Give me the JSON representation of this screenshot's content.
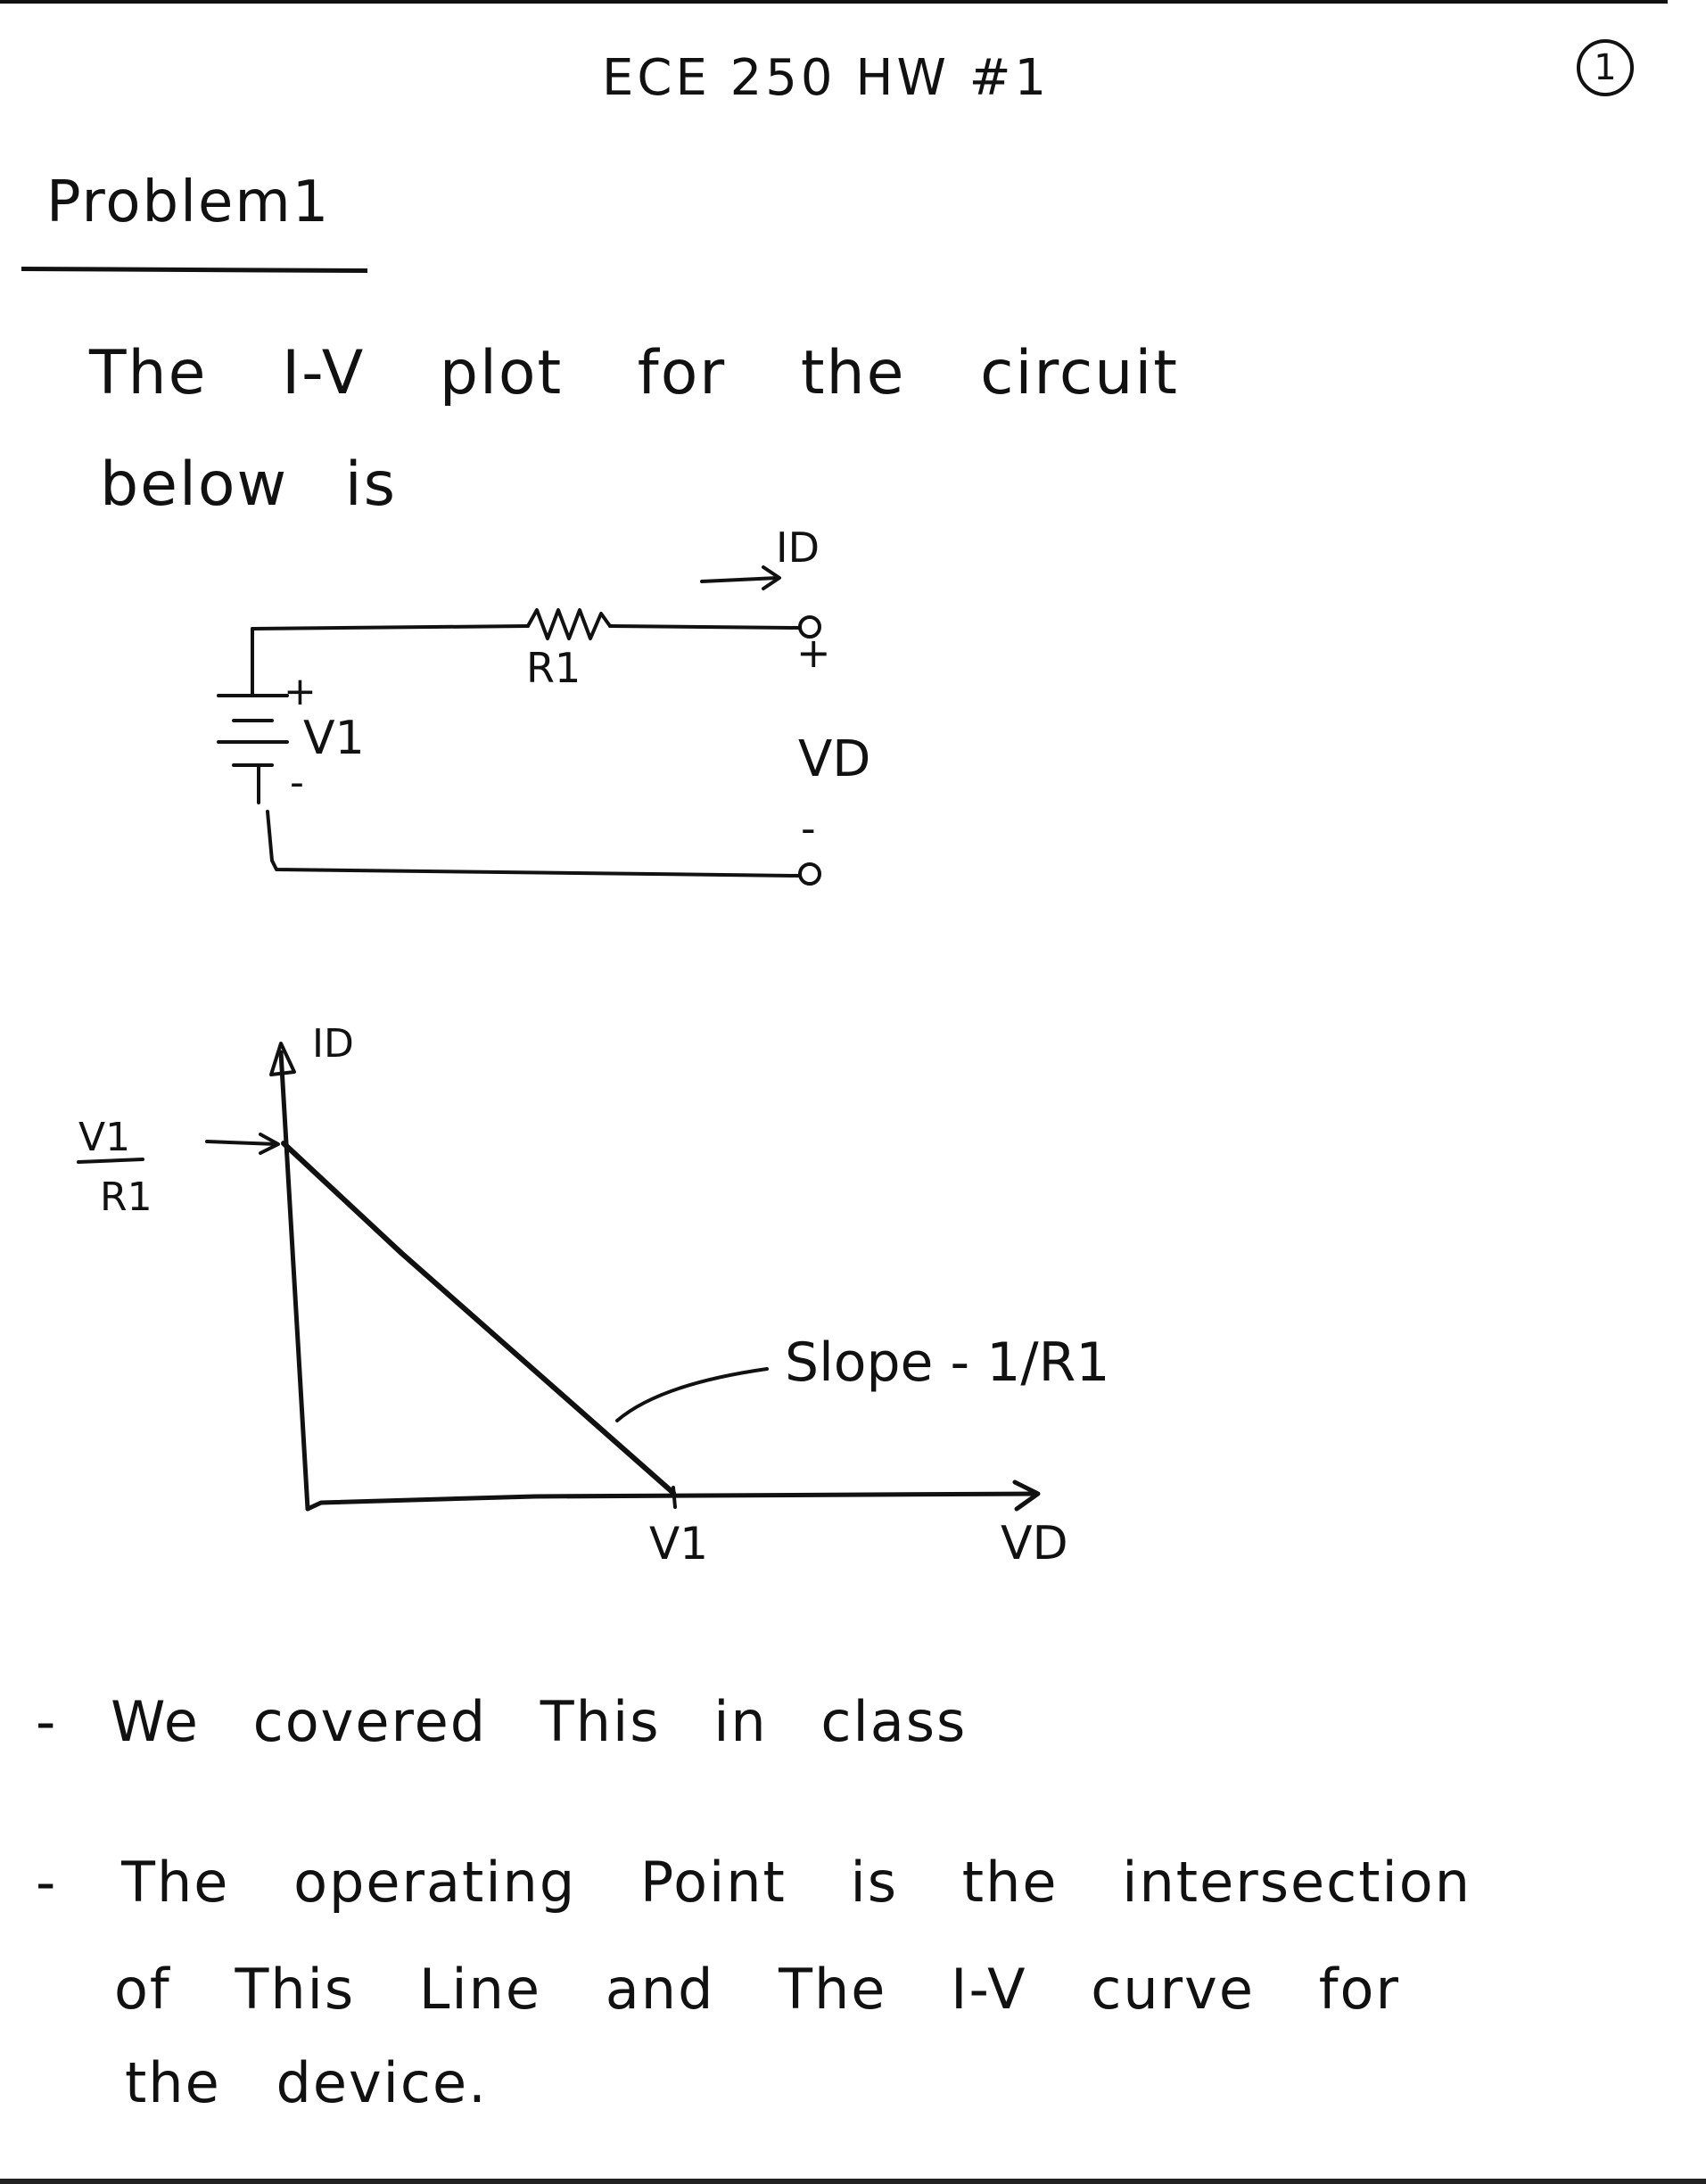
{
  "header": {
    "title": "ECE 250 HW #1",
    "page_number": "1"
  },
  "problem": {
    "heading": "Problem1",
    "intro_line1": "The I-V plot for the circuit",
    "intro_line2": "below is"
  },
  "circuit": {
    "source_label": "V1",
    "source_plus": "+",
    "source_minus": "-",
    "resistor_label": "R1",
    "current_label": "ID",
    "terminal_plus": "+",
    "terminal_voltage": "VD",
    "terminal_minus": "-"
  },
  "plot": {
    "y_axis_label": "ID",
    "x_axis_label": "VD",
    "y_intercept_numerator": "V1",
    "y_intercept_denominator": "R1",
    "x_intercept_label": "V1",
    "slope_annotation": "Slope - 1/R1"
  },
  "notes": {
    "line1": "- We covered This in class",
    "line2a": "- The operating Point is the intersection",
    "line2b": "of This Line and The I-V curve for",
    "line2c": "the device."
  }
}
